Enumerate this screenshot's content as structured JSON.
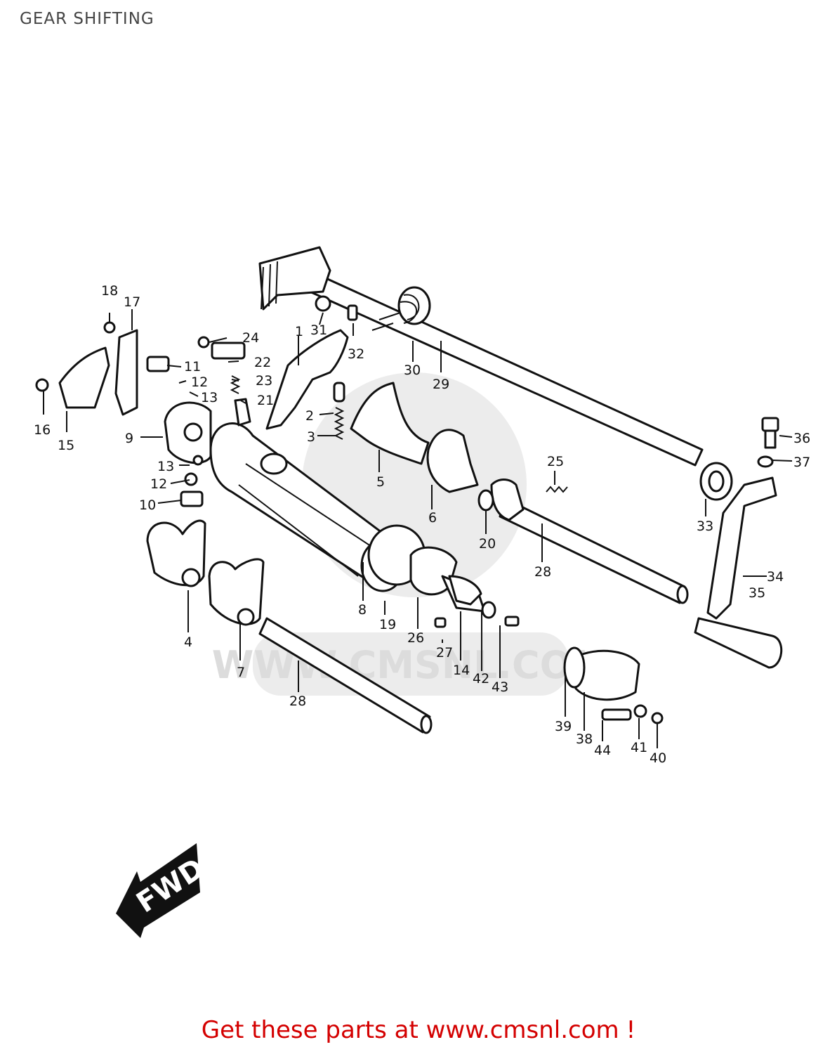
{
  "title": "GEAR SHIFTING",
  "watermark": "WWW.CMSNL.COM",
  "direction_label": "FWD",
  "footer": {
    "text_before": "Get these parts at www.cmsnl.com",
    "text_end": "!"
  },
  "callouts": [
    {
      "id": "callout-1",
      "text": "1"
    },
    {
      "id": "callout-2",
      "text": "2"
    },
    {
      "id": "callout-3",
      "text": "3"
    },
    {
      "id": "callout-4",
      "text": "4"
    },
    {
      "id": "callout-5",
      "text": "5"
    },
    {
      "id": "callout-6",
      "text": "6"
    },
    {
      "id": "callout-7",
      "text": "7"
    },
    {
      "id": "callout-8",
      "text": "8"
    },
    {
      "id": "callout-9",
      "text": "9"
    },
    {
      "id": "callout-10",
      "text": "10"
    },
    {
      "id": "callout-11",
      "text": "11"
    },
    {
      "id": "callout-12a",
      "text": "12"
    },
    {
      "id": "callout-12b",
      "text": "12"
    },
    {
      "id": "callout-13a",
      "text": "13"
    },
    {
      "id": "callout-13b",
      "text": "13"
    },
    {
      "id": "callout-14",
      "text": "14"
    },
    {
      "id": "callout-15",
      "text": "15"
    },
    {
      "id": "callout-16",
      "text": "16"
    },
    {
      "id": "callout-17",
      "text": "17"
    },
    {
      "id": "callout-18",
      "text": "18"
    },
    {
      "id": "callout-19",
      "text": "19"
    },
    {
      "id": "callout-20",
      "text": "20"
    },
    {
      "id": "callout-21",
      "text": "21"
    },
    {
      "id": "callout-22",
      "text": "22"
    },
    {
      "id": "callout-23",
      "text": "23"
    },
    {
      "id": "callout-24",
      "text": "24"
    },
    {
      "id": "callout-25",
      "text": "25"
    },
    {
      "id": "callout-26",
      "text": "26"
    },
    {
      "id": "callout-27",
      "text": "27"
    },
    {
      "id": "callout-28a",
      "text": "28"
    },
    {
      "id": "callout-28b",
      "text": "28"
    },
    {
      "id": "callout-29",
      "text": "29"
    },
    {
      "id": "callout-30",
      "text": "30"
    },
    {
      "id": "callout-31",
      "text": "31"
    },
    {
      "id": "callout-32",
      "text": "32"
    },
    {
      "id": "callout-33",
      "text": "33"
    },
    {
      "id": "callout-34",
      "text": "34"
    },
    {
      "id": "callout-35",
      "text": "35"
    },
    {
      "id": "callout-36",
      "text": "36"
    },
    {
      "id": "callout-37",
      "text": "37"
    },
    {
      "id": "callout-38",
      "text": "38"
    },
    {
      "id": "callout-39",
      "text": "39"
    },
    {
      "id": "callout-40",
      "text": "40"
    },
    {
      "id": "callout-41",
      "text": "41"
    },
    {
      "id": "callout-42",
      "text": "42"
    },
    {
      "id": "callout-43",
      "text": "43"
    },
    {
      "id": "callout-44",
      "text": "44"
    }
  ]
}
